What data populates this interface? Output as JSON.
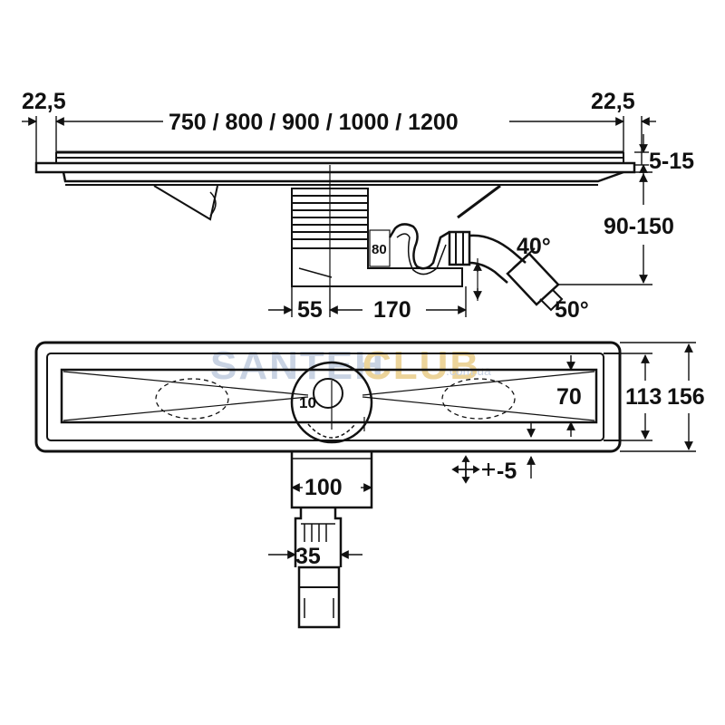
{
  "dimensions": {
    "left_margin": "22,5",
    "right_margin": "22,5",
    "length_options": "750 / 800 / 900 / 1000 / 1200",
    "frame_thickness": "5-15",
    "height_range": "90-150",
    "trap_height": "80",
    "outlet_angle_upper": "40°",
    "outlet_angle_lower": "50°",
    "offset_55": "55",
    "offset_170": "170",
    "channel_inner_height": "70",
    "outer_width_113": "113",
    "outer_width_156": "156",
    "drain_diameter": "10",
    "tolerance": "-5",
    "box_width": "100",
    "pipe_width": "35"
  },
  "watermark": {
    "text_a": "SANTEH",
    "text_b": "CLUB",
    "domain": ".com.ua"
  },
  "colors": {
    "line": "#111111",
    "watermark_a": "#c9d3e3",
    "watermark_b": "#ecd49a"
  }
}
